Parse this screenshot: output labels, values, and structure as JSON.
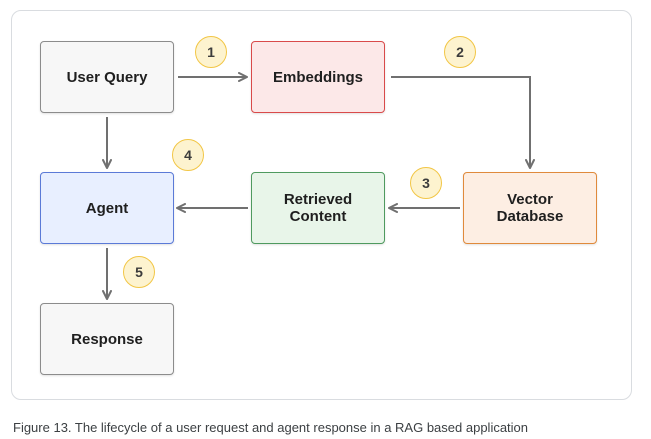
{
  "diagram": {
    "nodes": {
      "user_query": "User Query",
      "embeddings": "Embeddings",
      "agent": "Agent",
      "retrieved_content": "Retrieved\nContent",
      "vector_database": "Vector\nDatabase",
      "response": "Response"
    },
    "steps": [
      "1",
      "2",
      "3",
      "4",
      "5"
    ],
    "colors": {
      "neutral_fill": "#f7f7f7",
      "embeddings_fill": "#fce8e8",
      "agent_fill": "#e8efff",
      "retrieved_fill": "#e8f5e9",
      "vector_fill": "#fdeee3",
      "badge_fill": "#fdf3cf",
      "badge_border": "#f2c645",
      "arrow": "#707070"
    }
  },
  "caption": "Figure 13. The lifecycle of a user request and agent response in a RAG based application"
}
